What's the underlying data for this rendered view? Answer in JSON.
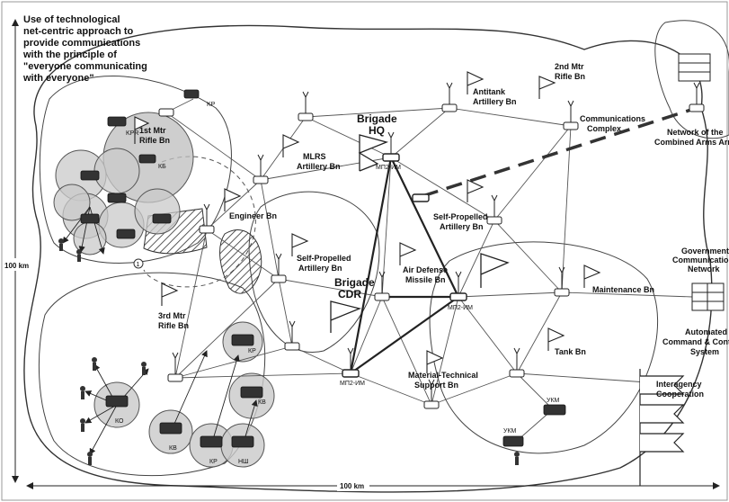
{
  "intro_lines": [
    "Use of technological",
    "net-centric approach to",
    "provide communications",
    "with the principle of",
    "\"everyone communicating",
    "with everyone\""
  ],
  "scale": {
    "vertical": "100 km",
    "horizontal": "100 km"
  },
  "brigade_hq": {
    "line1": "Brigade",
    "line2": "HQ",
    "node": "МП2-ИМ"
  },
  "brigade_cdr": {
    "line1": "Brigade",
    "line2": "CDR",
    "node": "МП2-ИМ"
  },
  "central_node": "МП2-ИМ",
  "units": {
    "mtr1": [
      "1st Mtr",
      "Rifle Bn"
    ],
    "mtr2": [
      "2nd Mtr",
      "Rifle Bn"
    ],
    "mtr3": [
      "3rd Mtr",
      "Rifle Bn"
    ],
    "mlrs": [
      "MLRS",
      "Artillery Bn"
    ],
    "antitank": [
      "Antitank",
      "Artillery Bn"
    ],
    "comms": [
      "Communications",
      "Complex"
    ],
    "engineer": "Engineer Bn",
    "sp_left": [
      "Self-Propelled",
      "Artillery Bn"
    ],
    "sp_right": [
      "Self-Propelled",
      "Artillery Bn"
    ],
    "air_defense": [
      "Air Defense",
      "Missile Bn"
    ],
    "maintenance": "Maintenance Bn",
    "tank": "Tank Bn",
    "material": [
      "Material-Technical",
      "Support Bn"
    ]
  },
  "external": {
    "combined_arms": [
      "Network of the",
      "Combined Arms Army"
    ],
    "government": [
      "Government",
      "Communications",
      "Network"
    ],
    "automated": [
      "Automated",
      "Command & Control",
      "System"
    ],
    "interagency": [
      "Interagency",
      "Cooperation"
    ]
  },
  "vehicle_codes": {
    "top_kp": "KP",
    "top_kpr": "KPR",
    "ks": "КБ",
    "kv": "КВ",
    "ko": "КО",
    "kv_bottom": "КВ",
    "kr": "КР",
    "nsh": "НШ",
    "kr_right": "КР",
    "uk1": "УКМ",
    "uk2": "УКМ",
    "circle_1": "1"
  }
}
